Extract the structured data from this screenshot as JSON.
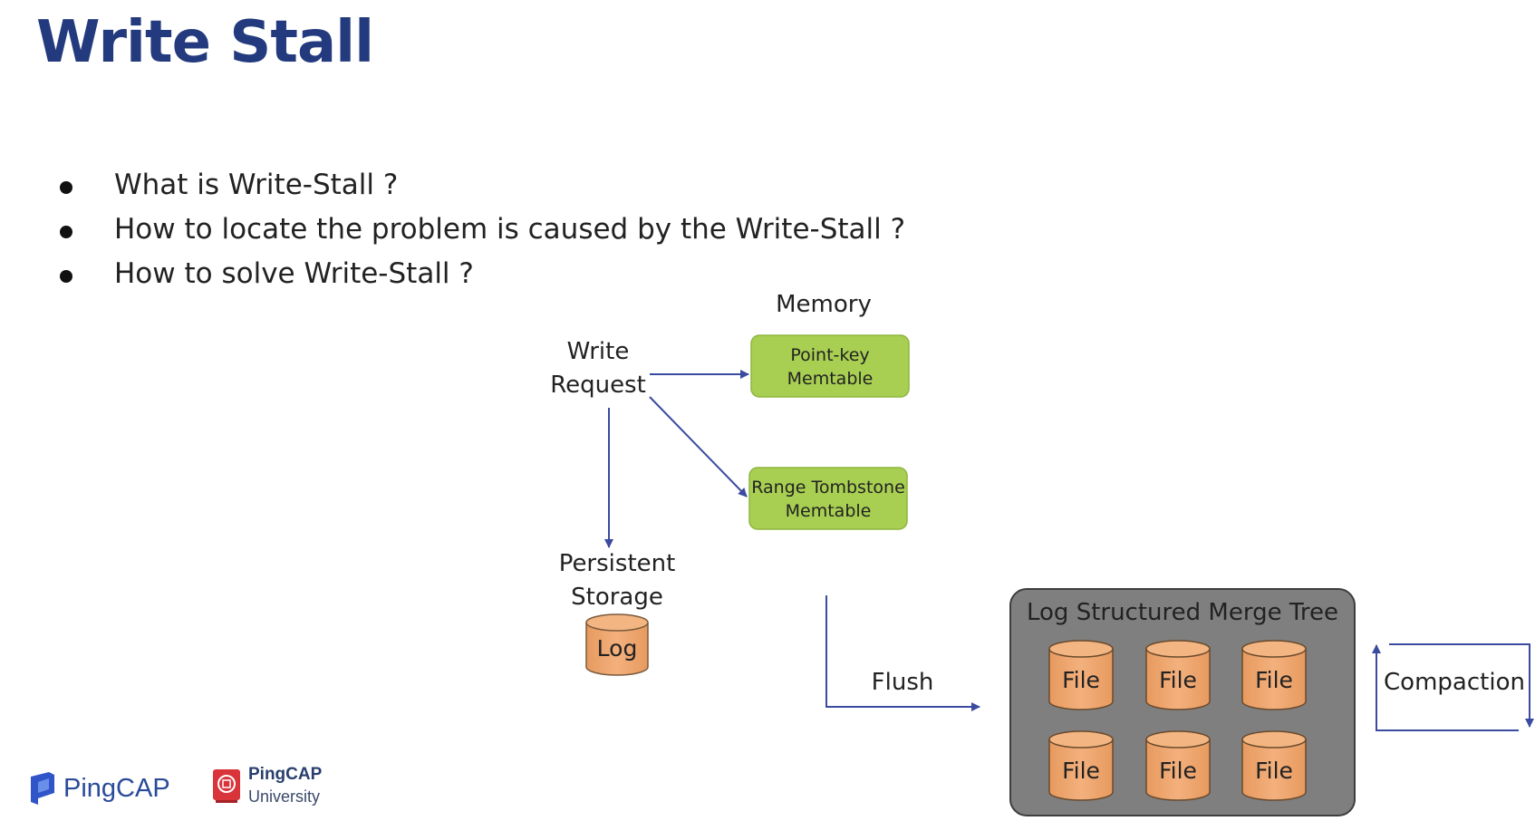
{
  "slide": {
    "title": "Write Stall",
    "bullets": [
      "What is Write-Stall ?",
      "How to locate the problem is caused by the Write-Stall ?",
      "How to solve Write-Stall ?"
    ]
  },
  "diagram": {
    "memory_label": "Memory",
    "write_request_line1": "Write",
    "write_request_line2": "Request",
    "point_key_line1": "Point-key",
    "point_key_line2": "Memtable",
    "range_tombstone_line1": "Range Tombstone",
    "range_tombstone_line2": "Memtable",
    "persistent_line1": "Persistent",
    "persistent_line2": "Storage",
    "log_label": "Log",
    "flush_label": "Flush",
    "lsm_title": "Log Structured Merge Tree",
    "files": [
      "File",
      "File",
      "File",
      "File",
      "File",
      "File"
    ],
    "compaction_label": "Compaction",
    "colors": {
      "memtable_fill": "#a8cf52",
      "cylinder_fill": "#f0a870",
      "lsm_fill": "#7f7f7f",
      "arrow": "#3b4ba0"
    }
  },
  "footer": {
    "pingcap_name": "PingCAP",
    "university_brand": "PingCAP",
    "university_sub": "University"
  }
}
